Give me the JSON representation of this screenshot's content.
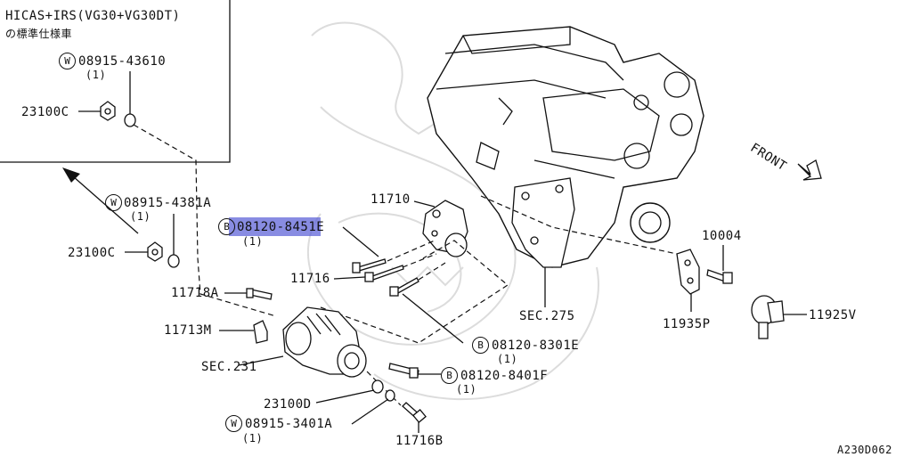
{
  "inset": {
    "title": "HICAS+IRS(VG30+VG30DT)",
    "subtitle": "の標準仕様車",
    "washer_code": "W",
    "washer_part": "08915-43610",
    "washer_qty": "(1)",
    "nut_part": "23100C"
  },
  "front_label": "FRONT",
  "parts": {
    "washer_main": "08915-4381A",
    "washer_main_qty": "(1)",
    "washer_main_code": "W",
    "nut_main": "23100C",
    "bolt_hl": "08120-8451E",
    "bolt_hl_code": "B",
    "bolt_hl_qty": "(1)",
    "bracket": "11710",
    "bolt_11716": "11716",
    "bolt_11718a": "11718A",
    "spacer_11713m": "11713M",
    "alternator": "SEC.231",
    "engine_sec": "SEC.275",
    "bolt_8301e": "08120-8301E",
    "bolt_8301e_code": "B",
    "bolt_8301e_qty": "(1)",
    "bolt_8401f": "08120-8401F",
    "bolt_8401f_code": "B",
    "bolt_8401f_qty": "(1)",
    "nut_23100d": "23100D",
    "washer_3401a": "08915-3401A",
    "washer_3401a_code": "W",
    "washer_3401a_qty": "(1)",
    "bolt_11716b": "11716B",
    "bolt_10004": "10004",
    "bracket_11935p": "11935P",
    "sensor_11925v": "11925V"
  },
  "diagram_id": "A230D062",
  "colors": {
    "highlight": "#5a5fd7",
    "line": "#111111",
    "watermark": "#dcdcdc"
  }
}
